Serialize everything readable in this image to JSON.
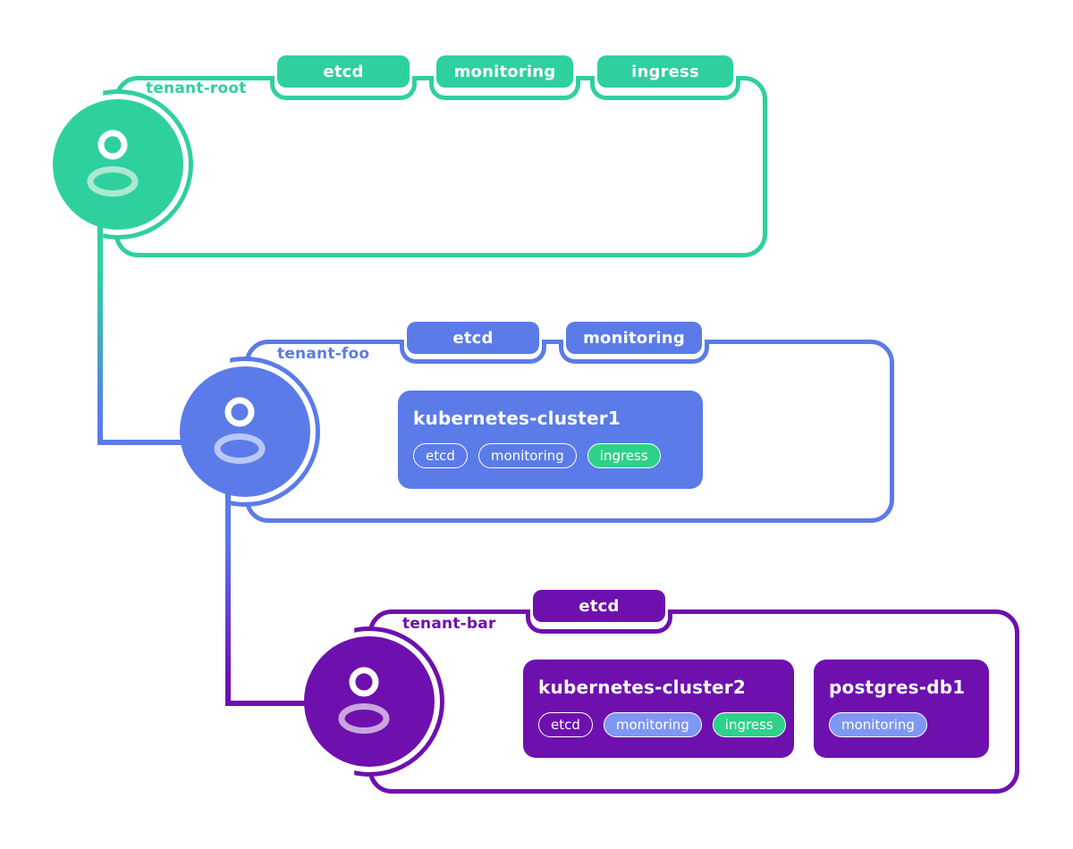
{
  "colors": {
    "teal": "#2fd0a0",
    "teal_light": "#a9ead1",
    "blue": "#5b7be9",
    "blue_light": "#bac8f6",
    "blue_badge": "#7e97f3",
    "purple": "#6e10ae",
    "purple_light": "#caa6de",
    "green_badge": "#2ed189",
    "text_on_fill": "#ffffff",
    "background": "#ffffff"
  },
  "tenants": [
    {
      "label": "tenant-root",
      "datastores": [
        "etcd",
        "monitoring",
        "ingress"
      ],
      "workloads": []
    },
    {
      "label": "tenant-foo",
      "datastores": [
        "etcd",
        "monitoring"
      ],
      "workloads": [
        {
          "title": "kubernetes-cluster1",
          "badges": [
            {
              "label": "etcd",
              "variant": "outline"
            },
            {
              "label": "monitoring",
              "variant": "outline"
            },
            {
              "label": "ingress",
              "variant": "green"
            }
          ]
        }
      ]
    },
    {
      "label": "tenant-bar",
      "datastores": [
        "etcd"
      ],
      "workloads": [
        {
          "title": "kubernetes-cluster2",
          "badges": [
            {
              "label": "etcd",
              "variant": "outline"
            },
            {
              "label": "monitoring",
              "variant": "blue"
            },
            {
              "label": "ingress",
              "variant": "green"
            }
          ]
        },
        {
          "title": "postgres-db1",
          "badges": [
            {
              "label": "monitoring",
              "variant": "blue"
            }
          ]
        }
      ]
    }
  ]
}
